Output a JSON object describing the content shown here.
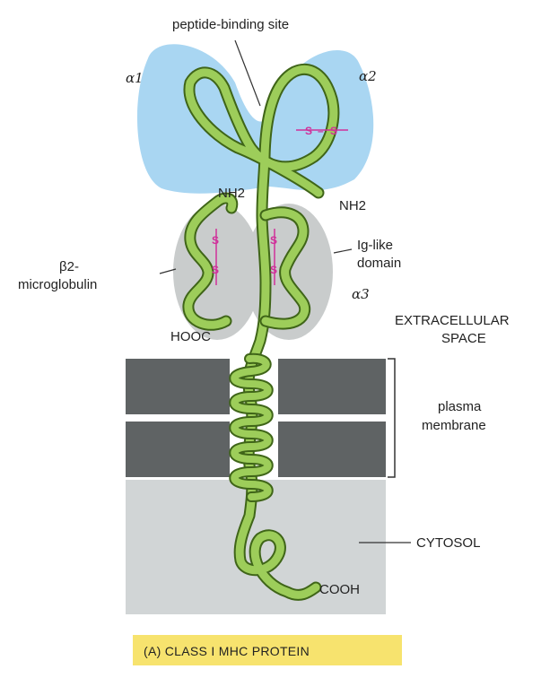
{
  "labels": {
    "peptide_binding_site": "peptide-binding site",
    "alpha1": "α1",
    "alpha2": "α2",
    "alpha3": "α3",
    "nh2_left": "NH2",
    "nh2_right": "NH2",
    "beta2_line1": "β2-",
    "beta2_line2": "microglobulin",
    "ig_line1": "Ig-like",
    "ig_line2": "domain",
    "hooc": "HOOC",
    "extracellular_line1": "EXTRACELLULAR",
    "extracellular_line2": "SPACE",
    "membrane_line1": "plasma",
    "membrane_line2": "membrane",
    "cytosol": "CYTOSOL",
    "cooh": "COOH",
    "disulfide_s": "S",
    "disulfide_dash": "–"
  },
  "caption": "(A) CLASS I MHC PROTEIN",
  "colors": {
    "peptide_site": "#a9d6f2",
    "ig_domain": "#c9cccc",
    "membrane": "#5f6364",
    "cytosol": "#d1d5d6",
    "chain": "#9dcd5a",
    "chain_outline": "#3f6518",
    "disulfide": "#d0309a",
    "caption_bg": "#f7e36e"
  }
}
